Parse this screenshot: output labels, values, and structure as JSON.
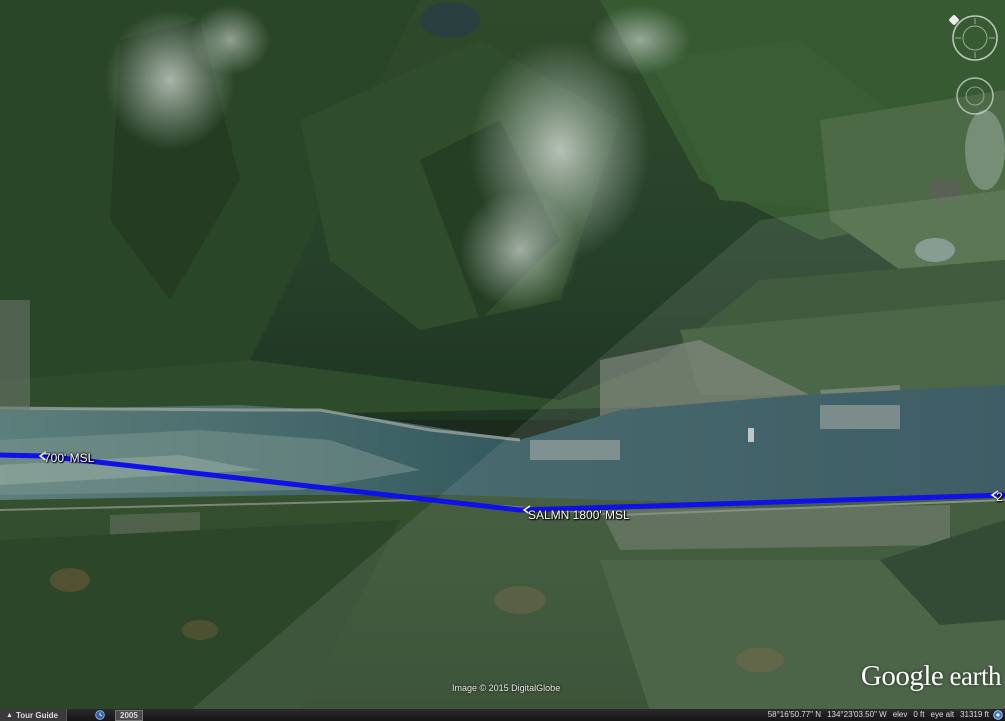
{
  "map": {
    "waypoints": [
      {
        "label": "700' MSL"
      },
      {
        "label": "SALMN 1800' MSL"
      },
      {
        "label": "2"
      }
    ],
    "route_color": "#1010e8",
    "imagery_credit": "Image © 2015 DigitalGlobe"
  },
  "logo": {
    "brand": "Google",
    "product": " earth"
  },
  "status_bar": {
    "tour_guide_label": "Tour Guide",
    "tour_guide_icon": "caret-up-icon",
    "history_icon": "historical-imagery-icon",
    "imagery_year": "2005",
    "latitude": "58°16'50.77\" N",
    "longitude": "134°23'03.50\" W",
    "elev_label": "elev",
    "elev_value": "0 ft",
    "eye_alt_label": "eye alt",
    "eye_alt_value": "31319 ft",
    "stream_icon": "streaming-indicator-icon"
  },
  "nav": {
    "look_icon": "look-joystick-icon",
    "move_icon": "move-joystick-icon",
    "north_icon": "north-reset-icon"
  }
}
